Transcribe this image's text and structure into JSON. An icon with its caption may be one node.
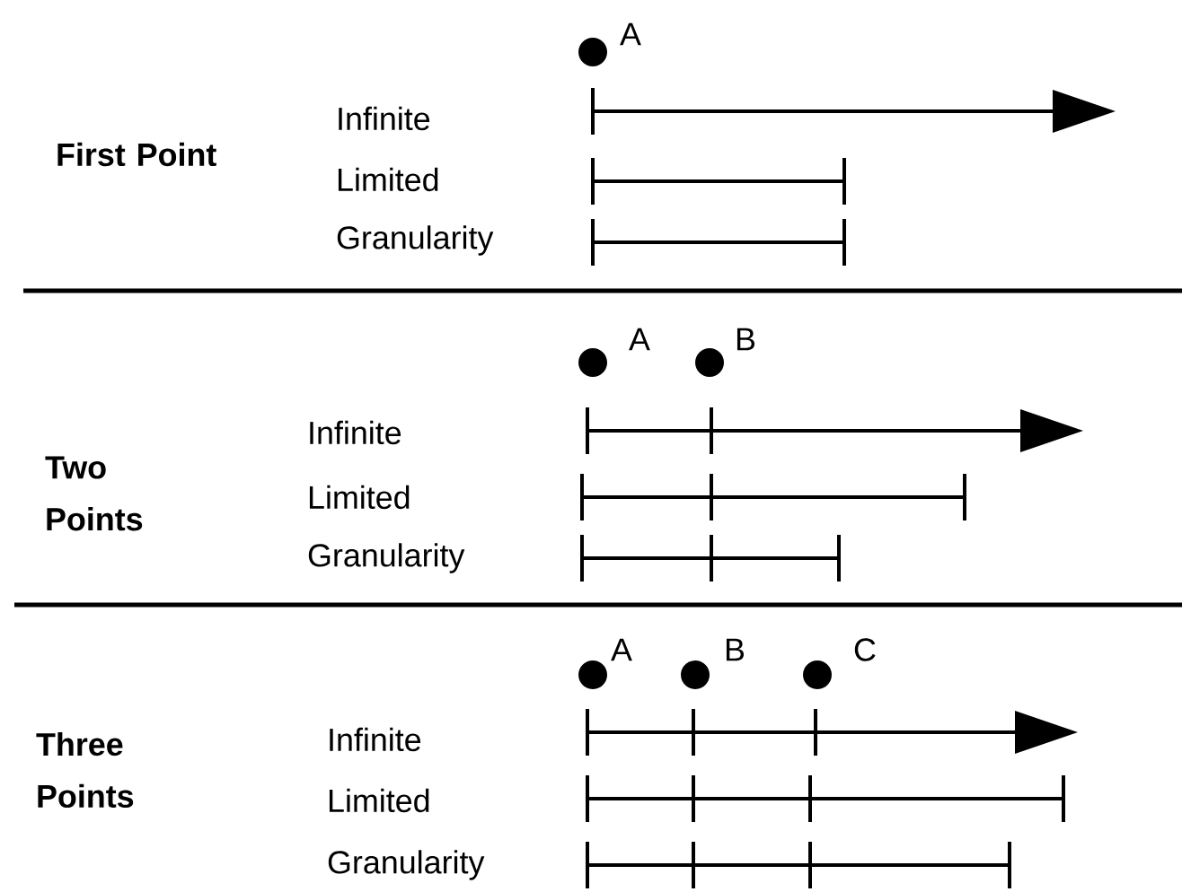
{
  "diagram": {
    "labels": [
      "A",
      "First Point",
      "Infinite",
      "Limited",
      "Granularity",
      "A",
      "B",
      "Two Points",
      "Infinite",
      "Limited",
      "Granularity",
      "A",
      "B",
      "C",
      "Three Points",
      "Infinite",
      "Limited",
      "Granularity"
    ]
  }
}
